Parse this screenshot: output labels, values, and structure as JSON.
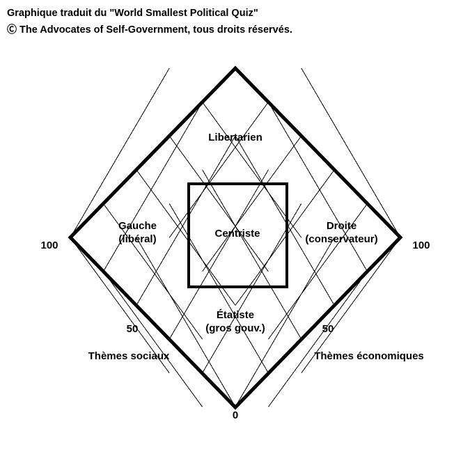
{
  "header": {
    "line1": "Graphique traduit du \"World Smallest Political Quiz\"",
    "copyright_symbol": "Ⓒ",
    "line2": "The Advocates of Self-Government, tous droits réservés."
  },
  "diagram": {
    "type": "political-compass-diamond",
    "quadrants": [
      {
        "id": "libertarian",
        "label_line1": "Libertarien",
        "label_line2": "",
        "position": "top"
      },
      {
        "id": "left",
        "label_line1": "Gauche",
        "label_line2": "(libéral)",
        "position": "left"
      },
      {
        "id": "center",
        "label_line1": "Centriste",
        "label_line2": "",
        "position": "center"
      },
      {
        "id": "right",
        "label_line1": "Droite",
        "label_line2": "(conservateur)",
        "position": "right"
      },
      {
        "id": "statist",
        "label_line1": "Étatiste",
        "label_line2": "(gros gouv.)",
        "position": "bottom"
      }
    ],
    "axes": [
      {
        "id": "social",
        "title": "Thèmes sociaux",
        "ticks": [
          "100",
          "50",
          "0"
        ]
      },
      {
        "id": "economic",
        "title": "Thèmes économiques",
        "ticks": [
          "100",
          "50",
          "0"
        ]
      }
    ],
    "ticks": {
      "left_100": "100",
      "right_100": "100",
      "left_50": "50",
      "right_50": "50",
      "bottom_0": "0"
    },
    "colors": {
      "outline": "#000000",
      "grid": "#000000",
      "background": "#ffffff",
      "text": "#000000"
    },
    "grid_divisions": 10
  }
}
